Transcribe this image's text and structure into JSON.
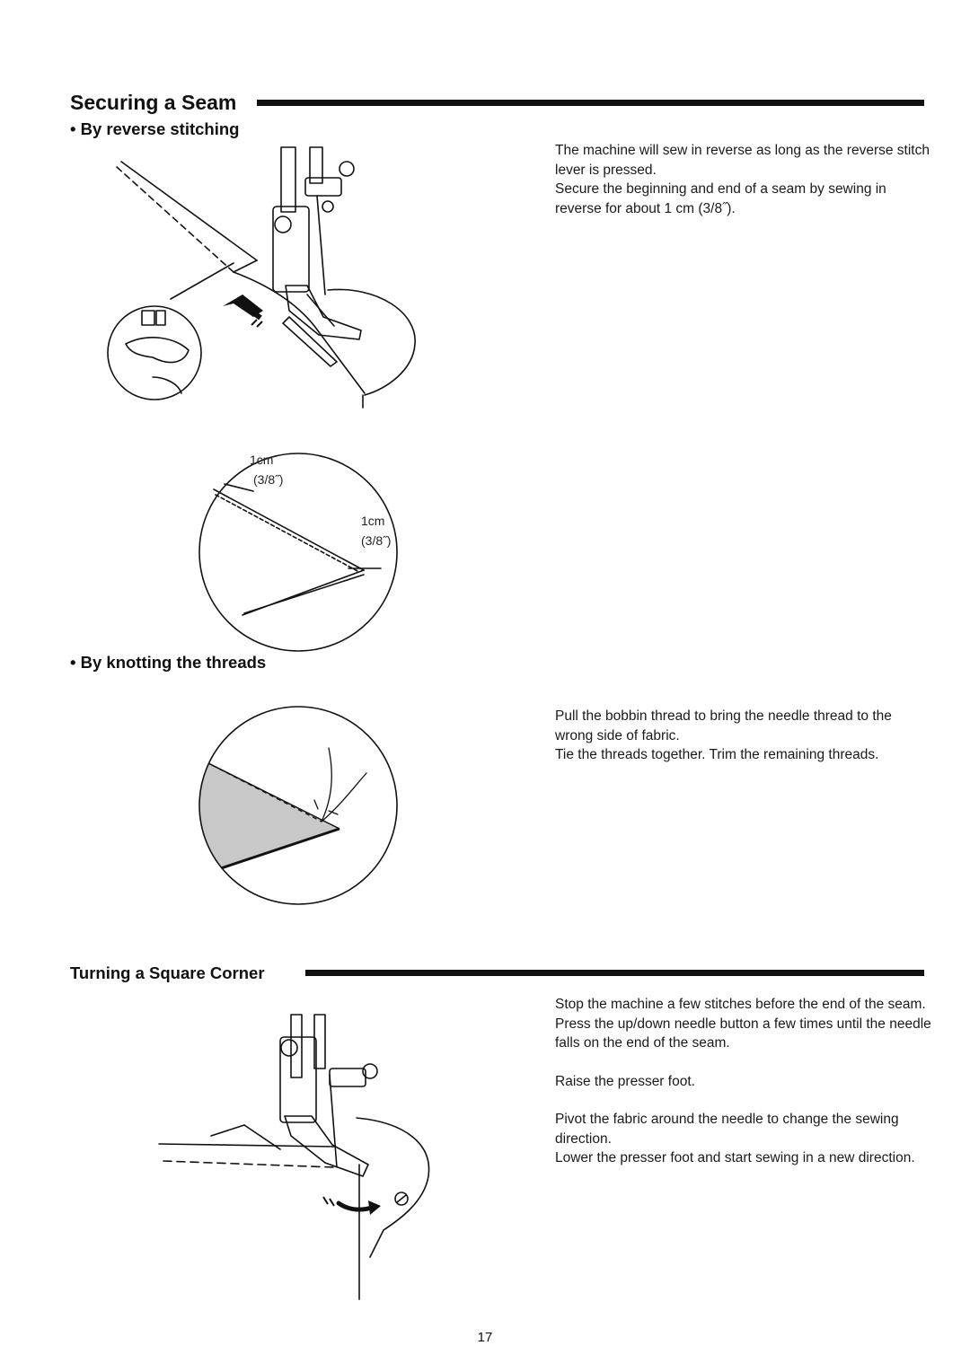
{
  "title": "Securing a Seam",
  "reverse": {
    "heading": "• By reverse stitching",
    "text": [
      "The machine will sew in reverse as long as the reverse stitch lever is pressed.",
      "Secure the beginning and end of a seam by sewing in reverse for about 1 cm (3/8˝)."
    ],
    "detail_label_top_1": "1cm",
    "detail_label_top_2": "(3/8˝)",
    "detail_label_right_1": "1cm",
    "detail_label_right_2": "(3/8˝)"
  },
  "knotting": {
    "heading": "• By knotting the threads",
    "text": [
      "Pull the bobbin thread to bring the needle thread to the wrong side of fabric.",
      "Tie the threads together. Trim the remaining threads."
    ]
  },
  "corner": {
    "heading": "Turning a Square Corner",
    "text": [
      "Stop the machine a few stitches before the end of the seam.",
      "Press the up/down needle button a few times until the needle falls on the end of the seam.",
      "Raise the presser foot.",
      "Pivot the fabric around the needle to change the sewing direction.",
      "Lower the presser foot and start sewing in a new direction."
    ]
  },
  "page_number": "17"
}
